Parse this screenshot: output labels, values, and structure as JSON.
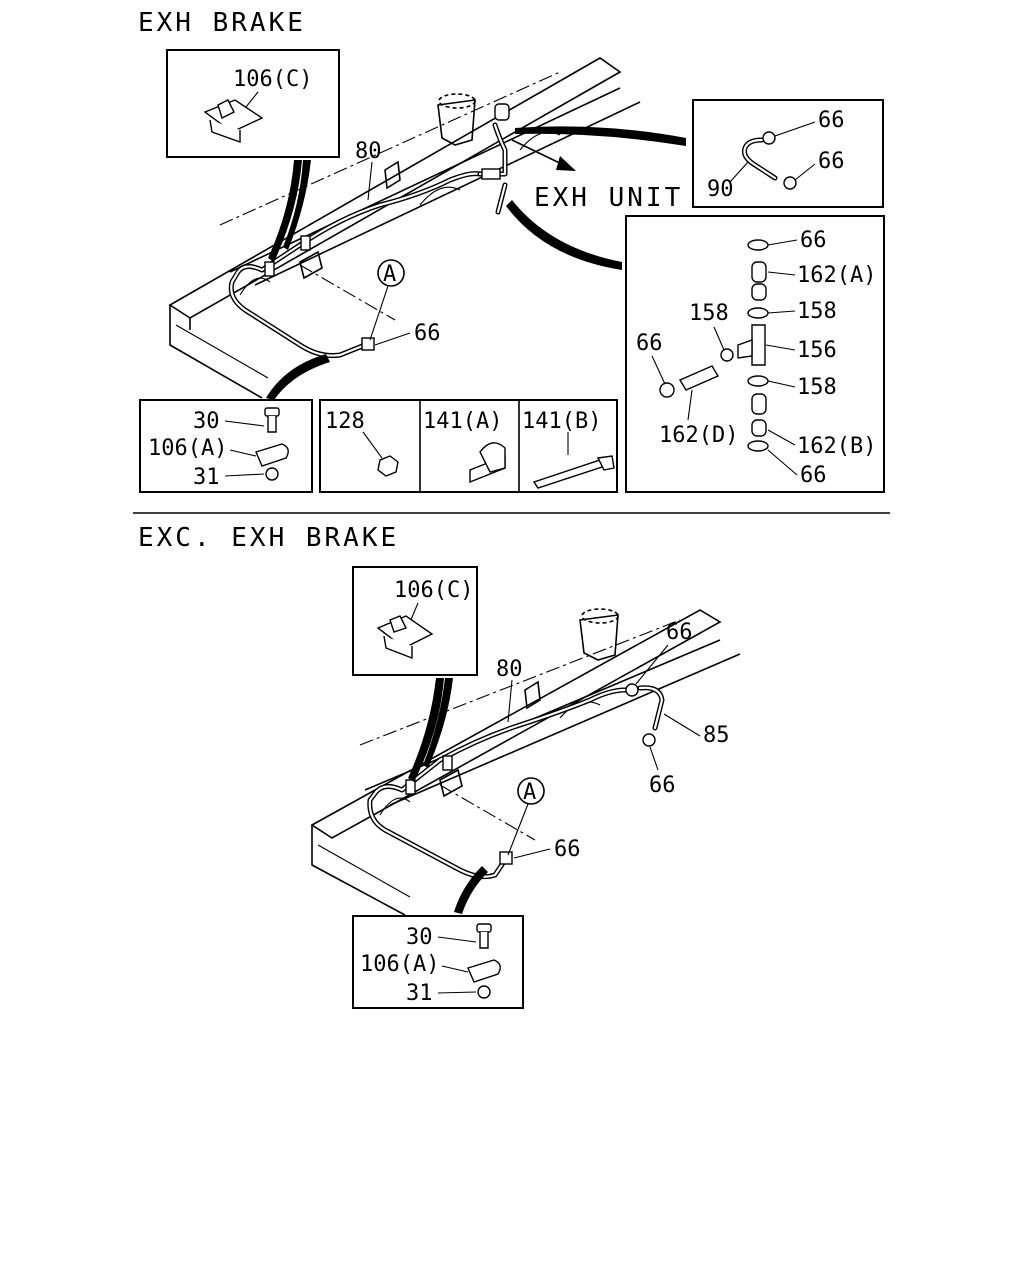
{
  "top_section": {
    "title": "EXH BRAKE",
    "exh_unit_label": "EXH UNIT",
    "callouts": {
      "c106c": "106(C)",
      "c80": "80",
      "c66_clip": "66",
      "cA": "A",
      "detail90_66a": "66",
      "detail90_66b": "66",
      "detail90_90": "90",
      "d_66_top": "66",
      "d_162a": "162(A)",
      "d_158_r1": "158",
      "d_158_l": "158",
      "d_156": "156",
      "d_66_left": "66",
      "d_158_r2": "158",
      "d_162d": "162(D)",
      "d_162b": "162(B)",
      "d_66_bottom": "66",
      "k30": "30",
      "k106a": "106(A)",
      "k31": "31",
      "k128": "128",
      "k141a": "141(A)",
      "k141b": "141(B)"
    }
  },
  "bottom_section": {
    "title": "EXC. EXH BRAKE",
    "callouts": {
      "c106c": "106(C)",
      "c80": "80",
      "c66_top": "66",
      "c85": "85",
      "c66_mid": "66",
      "cA": "A",
      "c66_clip": "66",
      "k30": "30",
      "k106a": "106(A)",
      "k31": "31"
    }
  }
}
